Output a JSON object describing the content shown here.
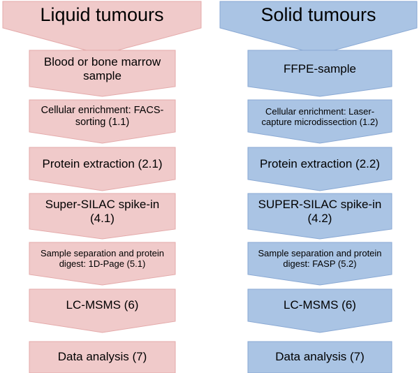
{
  "colors": {
    "liquid_fill": "#F0CACA",
    "liquid_stroke": "#E4AAAA",
    "solid_fill": "#AAC4E4",
    "solid_stroke": "#8AA9D4"
  },
  "liquid": {
    "title": "Liquid tumours",
    "steps": [
      "Blood or bone marrow sample",
      "Cellular enrichment: FACS-sorting (1.1)",
      "Protein extraction (2.1)",
      "Super-SILAC spike-in (4.1)",
      "Sample separation and protein digest: 1D-Page (5.1)",
      "LC-MSMS (6)",
      "Data analysis (7)"
    ]
  },
  "solid": {
    "title": "Solid tumours",
    "steps": [
      "FFPE-sample",
      "Cellular enrichment: Laser-capture microdissection (1.2)",
      "Protein extraction (2.2)",
      "SUPER-SILAC spike-in (4.2)",
      "Sample separation and protein digest: FASP (5.2)",
      "LC-MSMS (6)",
      "Data analysis (7)"
    ]
  }
}
